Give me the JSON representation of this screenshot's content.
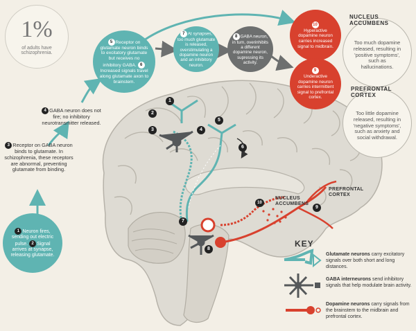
{
  "stat": {
    "value": "1%",
    "caption": "of adults have schizophrenia."
  },
  "steps": [
    {
      "nums": [
        "1",
        "2"
      ],
      "text1": "Neuron fires, sending out electric pulse.",
      "text2": "Signal arrives at synapse, releasing glutamate."
    },
    {
      "num": "3",
      "text": "Receptor on GABA neuron binds to glutamate. In schizophrenia, these receptors are abnormal, preventing glutamate from binding."
    },
    {
      "num": "4",
      "text": "GABA neuron does not fire; no inhibitory neurotransmitter released."
    },
    {
      "nums": [
        "5",
        "6"
      ],
      "text1": "Receptor on glutamate neuron binds to excitatory glutamate but receives no inhibitory GABA.",
      "text2": "Increased signals travel along glutamate axon to brainstem."
    },
    {
      "num": "7",
      "text": "At synapses, too much glutamate is released, overstimulating a dopamine neuron and an inhibitory neuron."
    },
    {
      "num": "8",
      "text": "GABA neuron, in turn, overinhibits a different dopamine neuron, supressing its activity."
    },
    {
      "num": "10",
      "text": "Hyperactive dopamine neuron carries increased signal to midbrain."
    },
    {
      "num": "9",
      "text": "Underactive dopamine neuron carries intermittent signal to prefrontal cortex."
    }
  ],
  "regions": {
    "nucleus_title": "NUCLEUS ACCUMBENS",
    "nucleus_text": "Too much dopamine released, resulting in 'positive symptoms', such as hallucinations.",
    "prefrontal_title": "PREFRONTAL CORTEX",
    "prefrontal_text": "Too little dopamine released, resulting in 'negative symptoms', such as anxiety and social withdrawal."
  },
  "brain_labels": {
    "nucleus": "NUCLEUS\nACCUMBENS",
    "prefrontal": "PREFRONTAL\nCORTEX",
    "markers": [
      "1",
      "2",
      "3",
      "4",
      "5",
      "6",
      "7",
      "8",
      "9",
      "10"
    ]
  },
  "key": {
    "title": "KEY",
    "items": [
      {
        "bold": "Glutamate neurons",
        "text": " carry excitatory signals over both short and long distances.",
        "color": "#5fb4b2"
      },
      {
        "bold": "GABA interneurons",
        "text": " send inhibitory signals that help modulate brain activity.",
        "color": "#55585a"
      },
      {
        "bold": "Dopamine neurons",
        "text": " carry signals from the brainstem to the midbrain and prefrontal cortex.",
        "color": "#d8412e"
      }
    ]
  },
  "colors": {
    "teal": "#5fb4b2",
    "gray": "#6d6f6f",
    "red": "#d8412e",
    "background": "#f3efe6"
  }
}
